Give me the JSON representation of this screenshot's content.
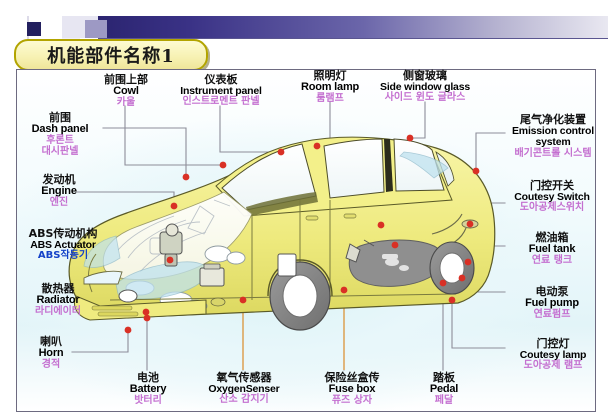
{
  "slide": {
    "title": "机能部件名称1",
    "decor": {
      "bar_gradient_from": "#2b2470",
      "bar_gradient_to": "#e9e8f1",
      "title_fill": "#f7f2b4",
      "title_border": "#b2a400"
    }
  },
  "diagram": {
    "subject": "car-cutaway-illustration",
    "body_color": "#f2ef86",
    "leader_line_color": "#8a8a96",
    "marker_color": "#d93025",
    "callout_count": 18
  },
  "labels": [
    {
      "id": "cowl",
      "cn": "前围上部",
      "en": "Cowl",
      "kr": "카울",
      "kr2": ""
    },
    {
      "id": "instrument-panel",
      "cn": "仪表板",
      "en": "Instrument panel",
      "kr": "인스트로멘트 판넬",
      "kr2": ""
    },
    {
      "id": "room-lamp",
      "cn": "照明灯",
      "en": "Room lamp",
      "kr": "룸램프",
      "kr2": ""
    },
    {
      "id": "side-window-glass",
      "cn": "侧窗玻璃",
      "en": "Side window glass",
      "kr": "사이드 윈도 글라스",
      "kr2": ""
    },
    {
      "id": "dash-panel",
      "cn": "前围",
      "en": "Dash panel",
      "kr": "후론트",
      "kr2": "대시판넬"
    },
    {
      "id": "engine",
      "cn": "发动机",
      "en": "Engine",
      "kr": "엔진",
      "kr2": ""
    },
    {
      "id": "abs-actuator",
      "cn": "ABS传动机构",
      "en": "ABS Actuator",
      "kr": "ABS작동기",
      "kr2": ""
    },
    {
      "id": "radiator",
      "cn": "散热器",
      "en": "Radiator",
      "kr": "라디에이터",
      "kr2": ""
    },
    {
      "id": "horn",
      "cn": "喇叭",
      "en": "Horn",
      "kr": "경적",
      "kr2": ""
    },
    {
      "id": "emission-control",
      "cn": "尾气净化装置",
      "en": "Emission control system",
      "kr": "배기콘트롤 시스템",
      "kr2": ""
    },
    {
      "id": "coutesy-switch",
      "cn": "门控开关",
      "en": "Coutesy Switch",
      "kr": "도아공제스위치",
      "kr2": ""
    },
    {
      "id": "fuel-tank",
      "cn": "燃油箱",
      "en": "Fuel tank",
      "kr": "연료 탱크",
      "kr2": ""
    },
    {
      "id": "fuel-pump",
      "cn": "电动泵",
      "en": "Fuel pump",
      "kr": "연료펌프",
      "kr2": ""
    },
    {
      "id": "coutesy-lamp",
      "cn": "门控灯",
      "en": "Coutesy lamp",
      "kr": "도아공제 램프",
      "kr2": ""
    },
    {
      "id": "battery",
      "cn": "电池",
      "en": "Battery",
      "kr": "밧터리",
      "kr2": ""
    },
    {
      "id": "oxygen-senser",
      "cn": "氧气传感器",
      "en": "OxygenSenser",
      "kr": "산소 감지기",
      "kr2": ""
    },
    {
      "id": "fuse-box",
      "cn": "保险丝盒传",
      "en": "Fuse box",
      "kr": "퓨즈 상자",
      "kr2": ""
    },
    {
      "id": "pedal",
      "cn": "踏板",
      "en": "Pedal",
      "kr": "페달",
      "kr2": ""
    }
  ]
}
